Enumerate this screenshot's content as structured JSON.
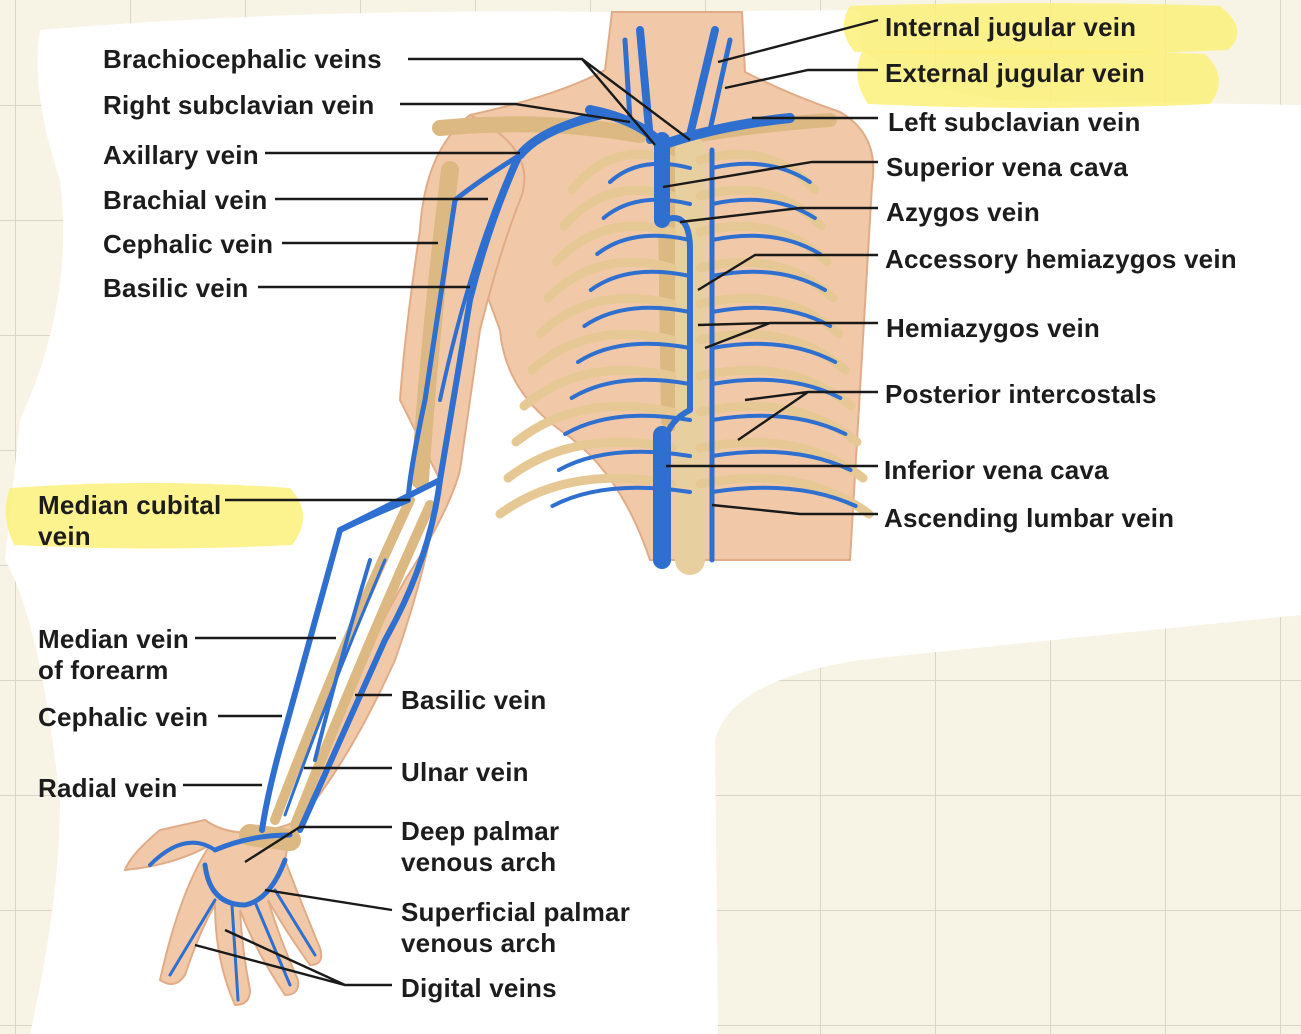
{
  "labels": {
    "brachiocephalic_veins": "Brachiocephalic veins",
    "right_subclavian_vein": "Right subclavian vein",
    "axillary_vein": "Axillary vein",
    "brachial_vein": "Brachial vein",
    "cephalic_vein_upper": "Cephalic vein",
    "basilic_vein_upper": "Basilic vein",
    "median_cubital_vein": "Median cubital vein",
    "median_vein_of_forearm": "Median vein of forearm",
    "cephalic_vein_lower": "Cephalic vein",
    "radial_vein": "Radial vein",
    "basilic_vein_lower": "Basilic vein",
    "ulnar_vein": "Ulnar vein",
    "deep_palmar_venous_arch": "Deep palmar venous arch",
    "superficial_palmar_venous_arch": "Superficial palmar venous arch",
    "digital_veins": "Digital veins",
    "internal_jugular_vein": "Internal jugular vein",
    "external_jugular_vein": "External jugular vein",
    "left_subclavian_vein": "Left subclavian vein",
    "superior_vena_cava": "Superior vena cava",
    "azygos_vein": "Azygos vein",
    "accessory_hemiazygos_vein": "Accessory hemiazygos vein",
    "hemiazygos_vein": "Hemiazygos vein",
    "posterior_intercostals": "Posterior intercostals",
    "inferior_vena_cava": "Inferior vena cava",
    "ascending_lumbar_vein": "Ascending lumbar vein"
  },
  "colors": {
    "highlight": "#fbf07a",
    "vein": "#2f6fd0",
    "skin": "#f2c9a8",
    "bone": "#ecd3a6"
  }
}
